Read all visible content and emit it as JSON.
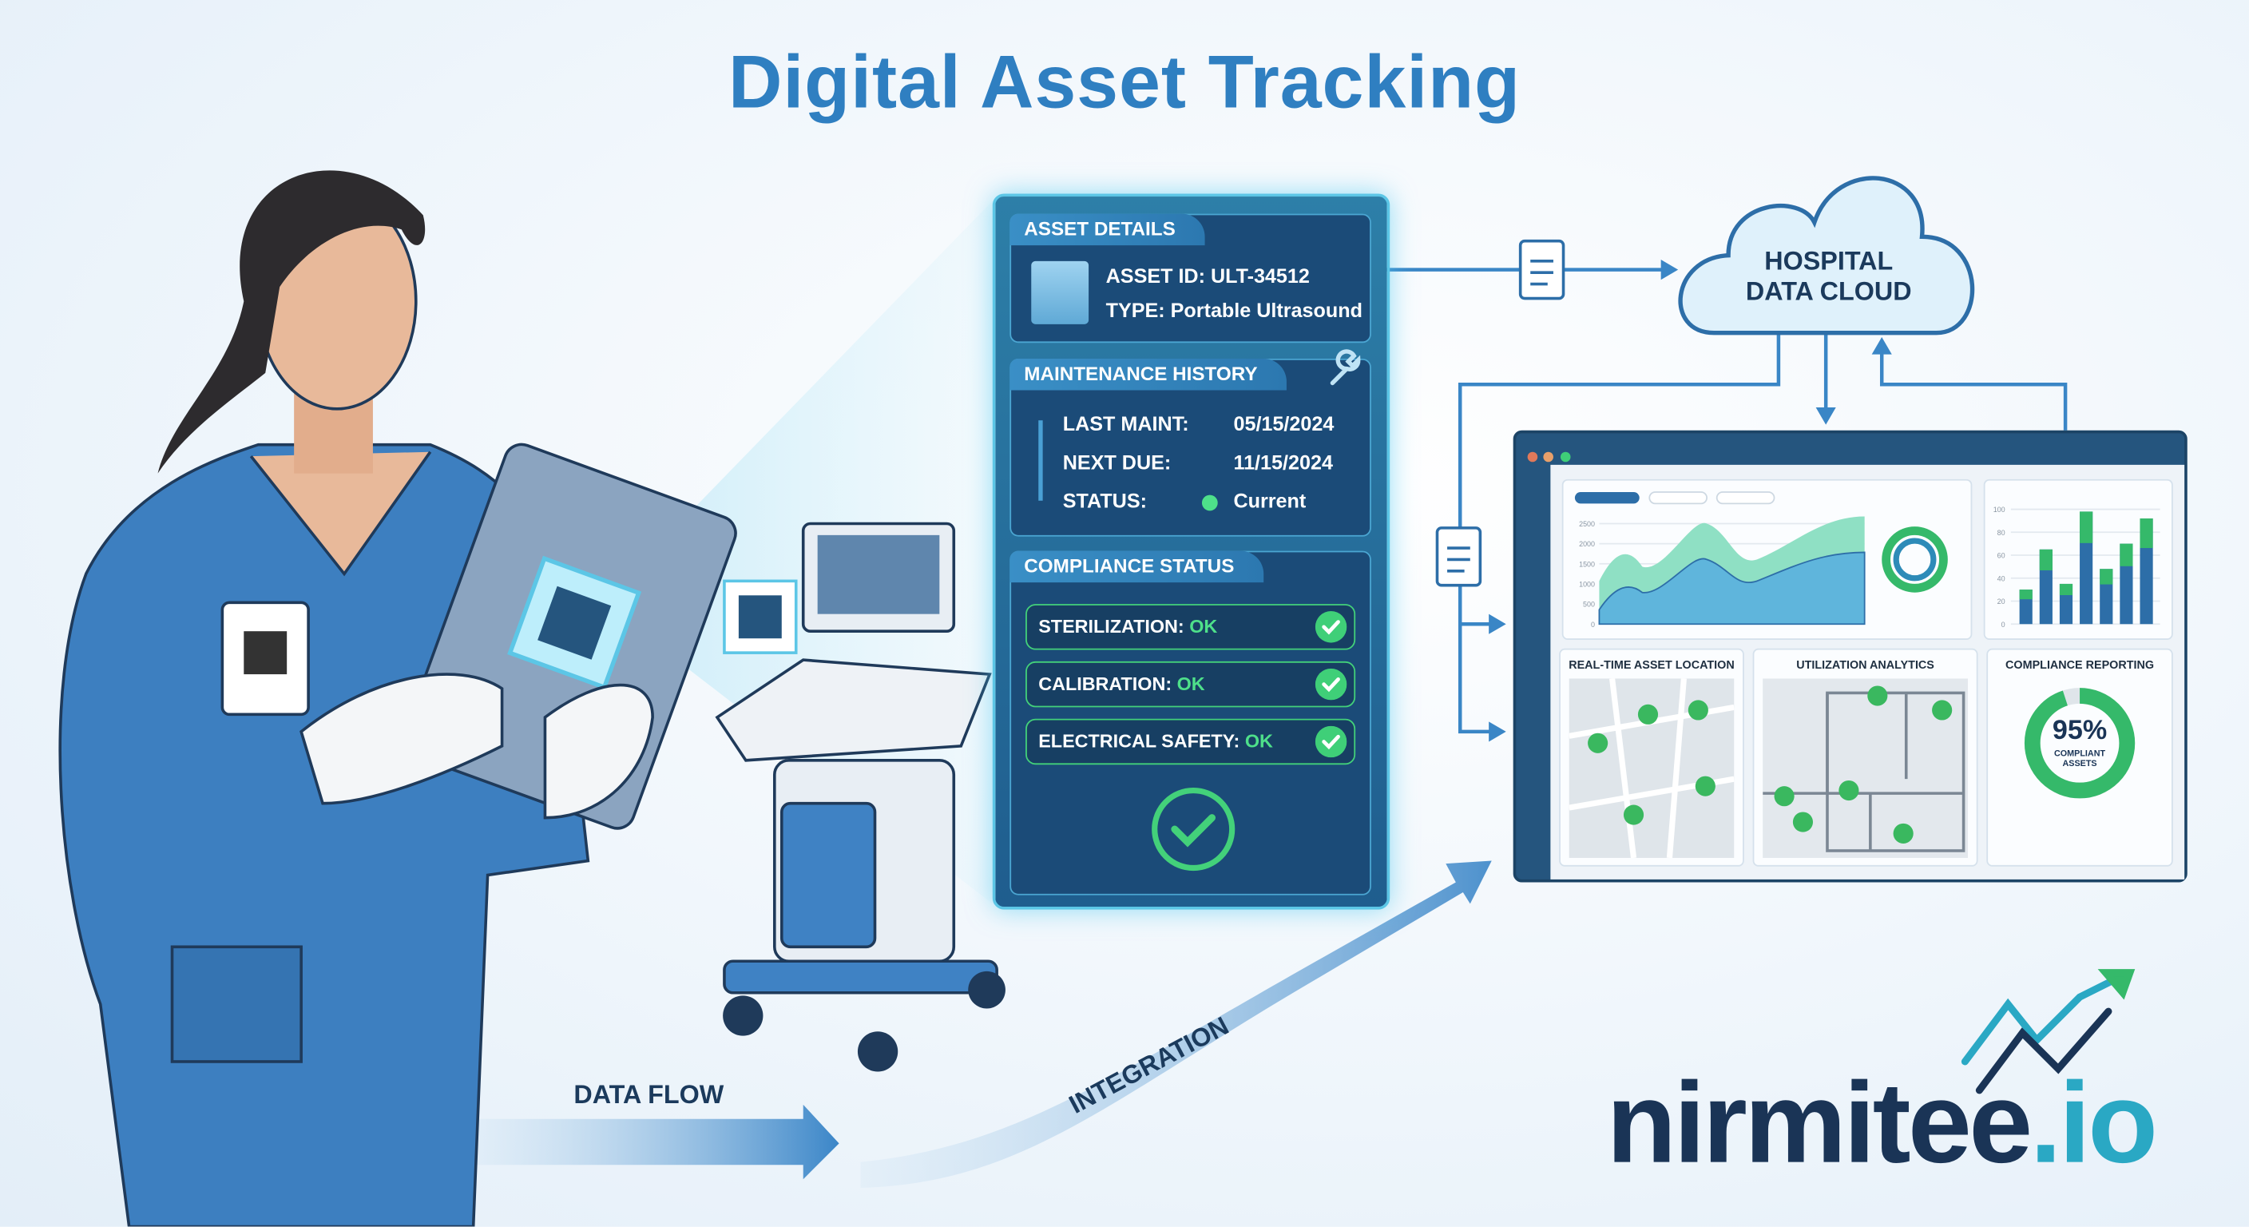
{
  "title": "Digital Asset Tracking",
  "asset_panel": {
    "asset_details": {
      "header": "ASSET DETAILS",
      "asset_id": "ASSET ID: ULT-34512",
      "type": "TYPE: Portable Ultrasound"
    },
    "maintenance": {
      "header": "MAINTENANCE HISTORY",
      "rows": [
        {
          "label": "LAST MAINT:",
          "value": "05/15/2024"
        },
        {
          "label": "NEXT DUE:",
          "value": "11/15/2024"
        },
        {
          "label": "STATUS:",
          "value": "Current"
        }
      ]
    },
    "compliance": {
      "header": "COMPLIANCE STATUS",
      "items": [
        {
          "label": "STERILIZATION:",
          "status": "OK"
        },
        {
          "label": "CALIBRATION:",
          "status": "OK"
        },
        {
          "label": "ELECTRICAL SAFETY:",
          "status": "OK"
        }
      ]
    }
  },
  "cloud": {
    "line1": "HOSPITAL",
    "line2": "DATA CLOUD"
  },
  "dashboard": {
    "area_ticks": [
      "0",
      "500",
      "1000",
      "1500",
      "2000",
      "2500"
    ],
    "bar_ticks": [
      "0",
      "20",
      "40",
      "60",
      "80",
      "100"
    ],
    "cards": [
      "REAL-TIME ASSET LOCATION",
      "UTILIZATION ANALYTICS",
      "COMPLIANCE REPORTING"
    ],
    "compliance_percent": "95%",
    "compliance_label1": "COMPLIANT",
    "compliance_label2": "ASSETS",
    "compliance_value": 95
  },
  "flow": {
    "data_flow": "DATA FLOW",
    "integration": "INTEGRATION"
  },
  "logo": {
    "name": "nirmitee",
    ".io": ".io"
  },
  "colors": {
    "title": "#2f7fc1",
    "ok": "#3fcf78",
    "navy": "#1a3456",
    "teal": "#2aa8c4"
  }
}
